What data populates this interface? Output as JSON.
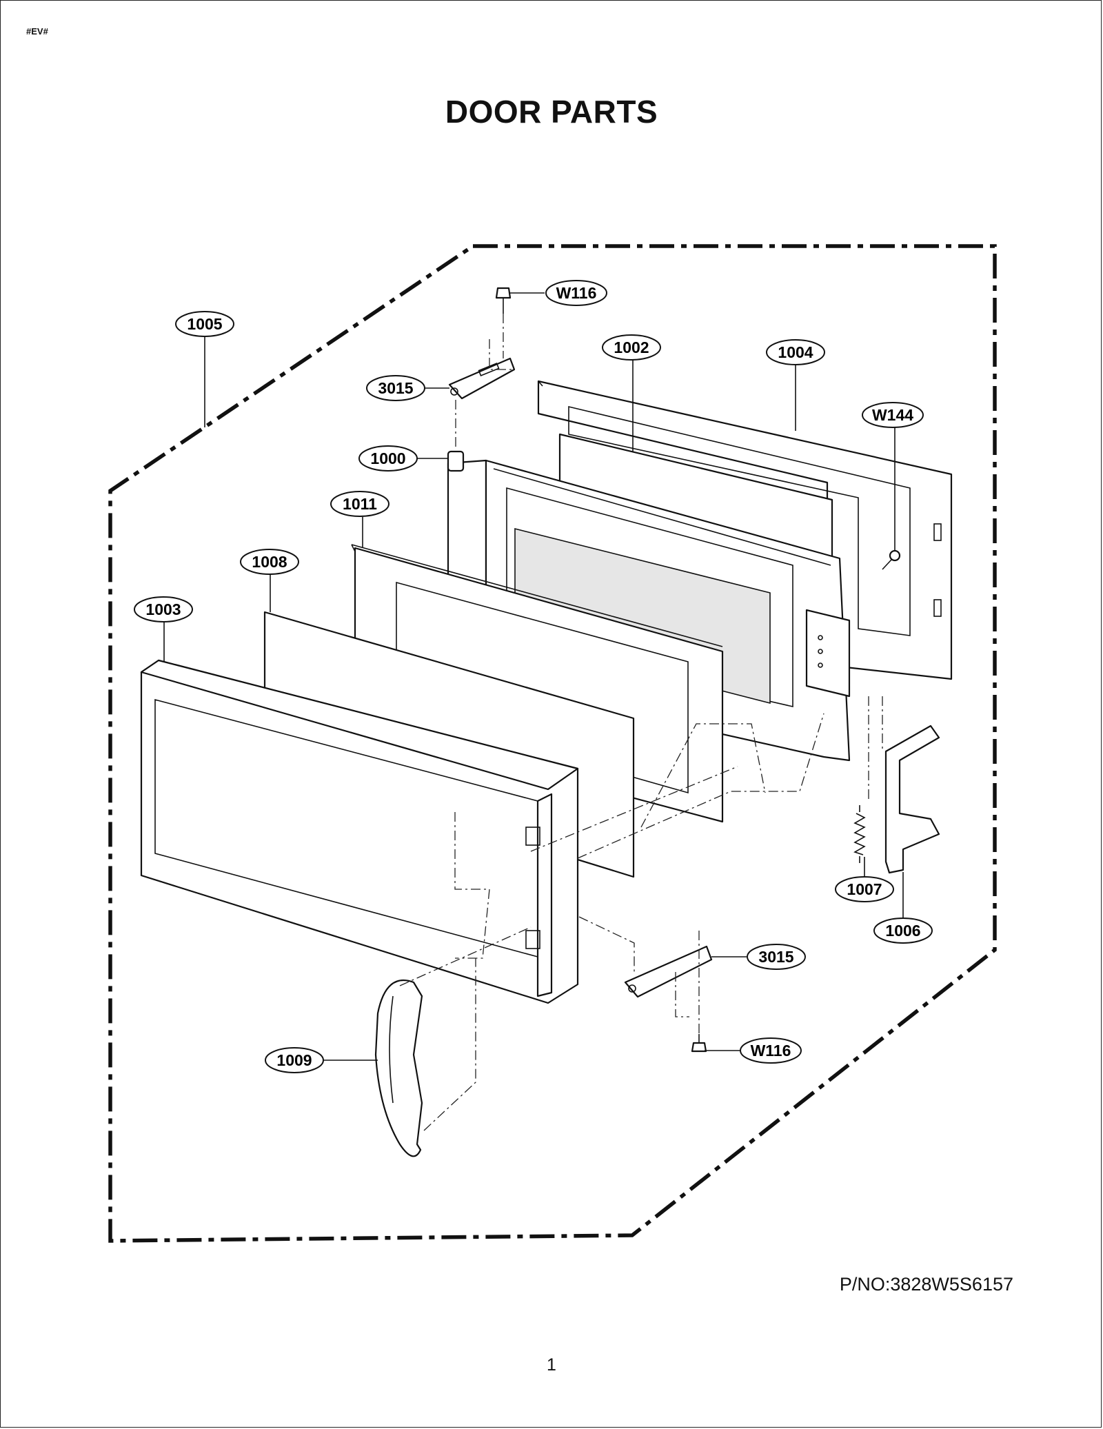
{
  "header": {
    "tag": "#EV#"
  },
  "title": "DOOR PARTS",
  "part_number": "P/NO:3828W5S6157",
  "page_number": "1",
  "callouts": [
    {
      "id": "W116-top",
      "text": "W116"
    },
    {
      "id": "1005",
      "text": "1005"
    },
    {
      "id": "1002",
      "text": "1002"
    },
    {
      "id": "1004",
      "text": "1004"
    },
    {
      "id": "3015-top",
      "text": "3015"
    },
    {
      "id": "W144",
      "text": "W144"
    },
    {
      "id": "1000",
      "text": "1000"
    },
    {
      "id": "1011",
      "text": "1011"
    },
    {
      "id": "1008",
      "text": "1008"
    },
    {
      "id": "1003",
      "text": "1003"
    },
    {
      "id": "1007",
      "text": "1007"
    },
    {
      "id": "1006",
      "text": "1006"
    },
    {
      "id": "3015-bottom",
      "text": "3015"
    },
    {
      "id": "W116-bottom",
      "text": "W116"
    },
    {
      "id": "1009",
      "text": "1009"
    }
  ]
}
